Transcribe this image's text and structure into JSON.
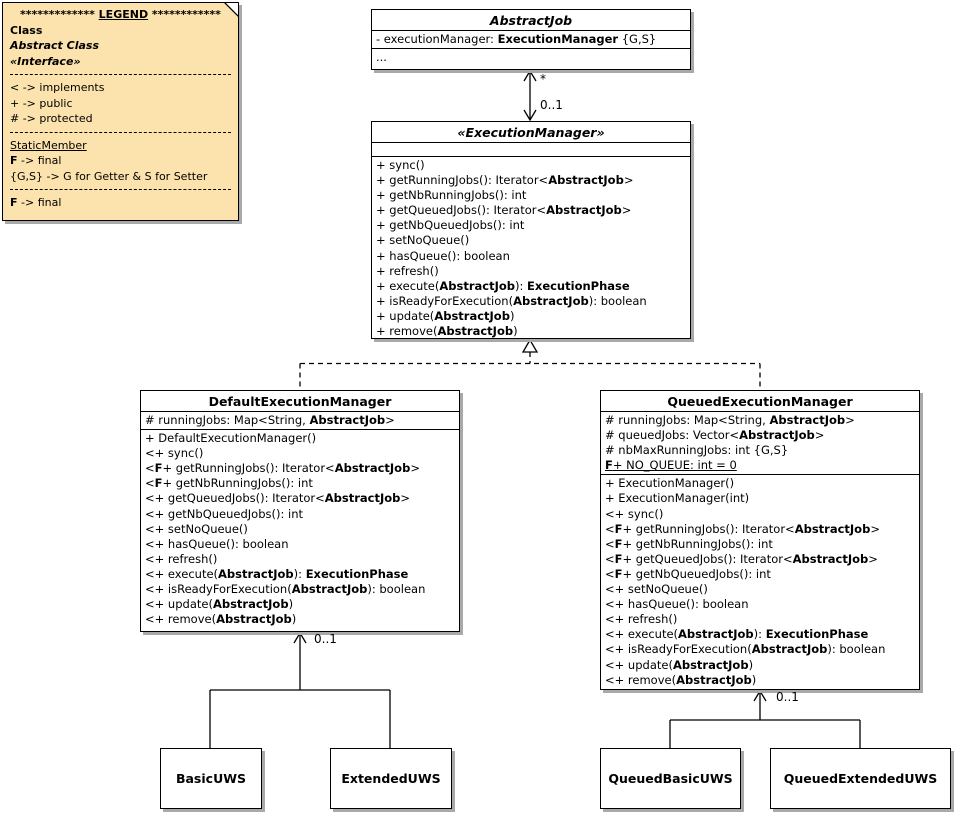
{
  "colors": {
    "note_background": "#FCE3AD",
    "class_background": "#FFFFFF",
    "line_color": "#000000",
    "shadow_color": "#A9A9A9"
  },
  "legend": {
    "title": [
      [
        "************* ",
        "b"
      ],
      [
        "LEGEND",
        "bu"
      ],
      [
        " ************",
        "b"
      ]
    ],
    "lines": [
      [
        [
          "Class",
          "b"
        ]
      ],
      [
        [
          "Abstract Class",
          "bi"
        ]
      ],
      [
        [
          "«Interface»",
          "bi"
        ]
      ],
      "---",
      [
        [
          "< -> implements"
        ]
      ],
      [
        [
          "+ -> public"
        ]
      ],
      [
        [
          "# -> protected"
        ]
      ],
      "---",
      [
        [
          "StaticMember",
          "u"
        ]
      ],
      [
        [
          "F",
          "b"
        ],
        [
          " -> final"
        ]
      ],
      [
        [
          "{G,S} -> G for Getter & S for Setter"
        ]
      ],
      "---",
      [
        [
          "F",
          "b"
        ],
        [
          " -> final"
        ]
      ]
    ]
  },
  "classes": {
    "abstract_job": {
      "title": "AbstractJob",
      "attributes": [
        [
          [
            "- executionManager: "
          ],
          [
            "ExecutionManager",
            "b"
          ],
          [
            " {G,S}"
          ]
        ]
      ],
      "methods": [
        [
          [
            "..."
          ]
        ]
      ]
    },
    "execution_manager": {
      "title": "«ExecutionManager»",
      "attributes": [],
      "methods": [
        [
          [
            "+ sync()"
          ]
        ],
        [
          [
            "+ getRunningJobs(): Iterator<"
          ],
          [
            "AbstractJob",
            "b"
          ],
          [
            ">"
          ]
        ],
        [
          [
            "+ getNbRunningJobs(): int"
          ]
        ],
        [
          [
            "+ getQueuedJobs(): Iterator<"
          ],
          [
            "AbstractJob",
            "b"
          ],
          [
            ">"
          ]
        ],
        [
          [
            "+ getNbQueuedJobs(): int"
          ]
        ],
        [
          [
            "+ setNoQueue()"
          ]
        ],
        [
          [
            "+ hasQueue(): boolean"
          ]
        ],
        [
          [
            "+ refresh()"
          ]
        ],
        [
          [
            "+ execute("
          ],
          [
            "AbstractJob",
            "b"
          ],
          [
            "): "
          ],
          [
            "ExecutionPhase",
            "b"
          ]
        ],
        [
          [
            "+ isReadyForExecution("
          ],
          [
            "AbstractJob",
            "b"
          ],
          [
            "): boolean"
          ]
        ],
        [
          [
            "+ update("
          ],
          [
            "AbstractJob",
            "b"
          ],
          [
            ")"
          ]
        ],
        [
          [
            "+ remove("
          ],
          [
            "AbstractJob",
            "b"
          ],
          [
            ")"
          ]
        ]
      ]
    },
    "default_execution_manager": {
      "title": "DefaultExecutionManager",
      "attributes": [
        [
          [
            "# runningJobs: Map<String, "
          ],
          [
            "AbstractJob",
            "b"
          ],
          [
            ">"
          ]
        ]
      ],
      "methods": [
        [
          [
            "+ DefaultExecutionManager()"
          ]
        ],
        [
          [
            "<+ sync()"
          ]
        ],
        [
          [
            "<"
          ],
          [
            "F",
            "b"
          ],
          [
            "+ getRunningJobs(): Iterator<"
          ],
          [
            "AbstractJob",
            "b"
          ],
          [
            ">"
          ]
        ],
        [
          [
            "<"
          ],
          [
            "F",
            "b"
          ],
          [
            "+ getNbRunningJobs(): int"
          ]
        ],
        [
          [
            "<+ getQueuedJobs(): Iterator<"
          ],
          [
            "AbstractJob",
            "b"
          ],
          [
            ">"
          ]
        ],
        [
          [
            "<+ getNbQueuedJobs(): int"
          ]
        ],
        [
          [
            "<+ setNoQueue()"
          ]
        ],
        [
          [
            "<+ hasQueue(): boolean"
          ]
        ],
        [
          [
            "<+ refresh()"
          ]
        ],
        [
          [
            "<+ execute("
          ],
          [
            "AbstractJob",
            "b"
          ],
          [
            "): "
          ],
          [
            "ExecutionPhase",
            "b"
          ]
        ],
        [
          [
            "<+ isReadyForExecution("
          ],
          [
            "AbstractJob",
            "b"
          ],
          [
            "): boolean"
          ]
        ],
        [
          [
            "<+ update("
          ],
          [
            "AbstractJob",
            "b"
          ],
          [
            ")"
          ]
        ],
        [
          [
            "<+ remove("
          ],
          [
            "AbstractJob",
            "b"
          ],
          [
            ")"
          ]
        ]
      ]
    },
    "queued_execution_manager": {
      "title": "QueuedExecutionManager",
      "attributes": [
        [
          [
            "# runningJobs: Map<String, "
          ],
          [
            "AbstractJob",
            "b"
          ],
          [
            ">"
          ]
        ],
        [
          [
            "# queuedJobs: Vector<"
          ],
          [
            "AbstractJob",
            "b"
          ],
          [
            ">"
          ]
        ],
        [
          [
            "# nbMaxRunningJobs: int {G,S}"
          ]
        ],
        [
          [
            "F",
            "bu"
          ],
          [
            "+ NO_QUEUE: int = 0",
            "u"
          ]
        ]
      ],
      "methods": [
        [
          [
            "+ ExecutionManager()"
          ]
        ],
        [
          [
            "+ ExecutionManager(int)"
          ]
        ],
        [
          [
            "<+ sync()"
          ]
        ],
        [
          [
            "<"
          ],
          [
            "F",
            "b"
          ],
          [
            "+ getRunningJobs(): Iterator<"
          ],
          [
            "AbstractJob",
            "b"
          ],
          [
            ">"
          ]
        ],
        [
          [
            "<"
          ],
          [
            "F",
            "b"
          ],
          [
            "+ getNbRunningJobs(): int"
          ]
        ],
        [
          [
            "<"
          ],
          [
            "F",
            "b"
          ],
          [
            "+ getQueuedJobs(): Iterator<"
          ],
          [
            "AbstractJob",
            "b"
          ],
          [
            ">"
          ]
        ],
        [
          [
            "<"
          ],
          [
            "F",
            "b"
          ],
          [
            "+ getNbQueuedJobs(): int"
          ]
        ],
        [
          [
            "<+ setNoQueue()"
          ]
        ],
        [
          [
            "<+ hasQueue(): boolean"
          ]
        ],
        [
          [
            "<+ refresh()"
          ]
        ],
        [
          [
            "<+ execute("
          ],
          [
            "AbstractJob",
            "b"
          ],
          [
            "): "
          ],
          [
            "ExecutionPhase",
            "b"
          ]
        ],
        [
          [
            "<+ isReadyForExecution("
          ],
          [
            "AbstractJob",
            "b"
          ],
          [
            "): boolean"
          ]
        ],
        [
          [
            "<+ update("
          ],
          [
            "AbstractJob",
            "b"
          ],
          [
            ")"
          ]
        ],
        [
          [
            "<+ remove("
          ],
          [
            "AbstractJob",
            "b"
          ],
          [
            ")"
          ]
        ]
      ]
    },
    "basic_uws": {
      "title": "BasicUWS"
    },
    "extended_uws": {
      "title": "ExtendedUWS"
    },
    "queued_basic_uws": {
      "title": "QueuedBasicUWS"
    },
    "queued_extended_uws": {
      "title": "QueuedExtendedUWS"
    }
  },
  "relations": {
    "job_manager_association": {
      "multiplicity_job_side": "*",
      "multiplicity_manager_side": "0..1"
    },
    "default_manager_usage": {
      "multiplicity": "0..1"
    },
    "queued_manager_usage": {
      "multiplicity": "0..1"
    }
  }
}
